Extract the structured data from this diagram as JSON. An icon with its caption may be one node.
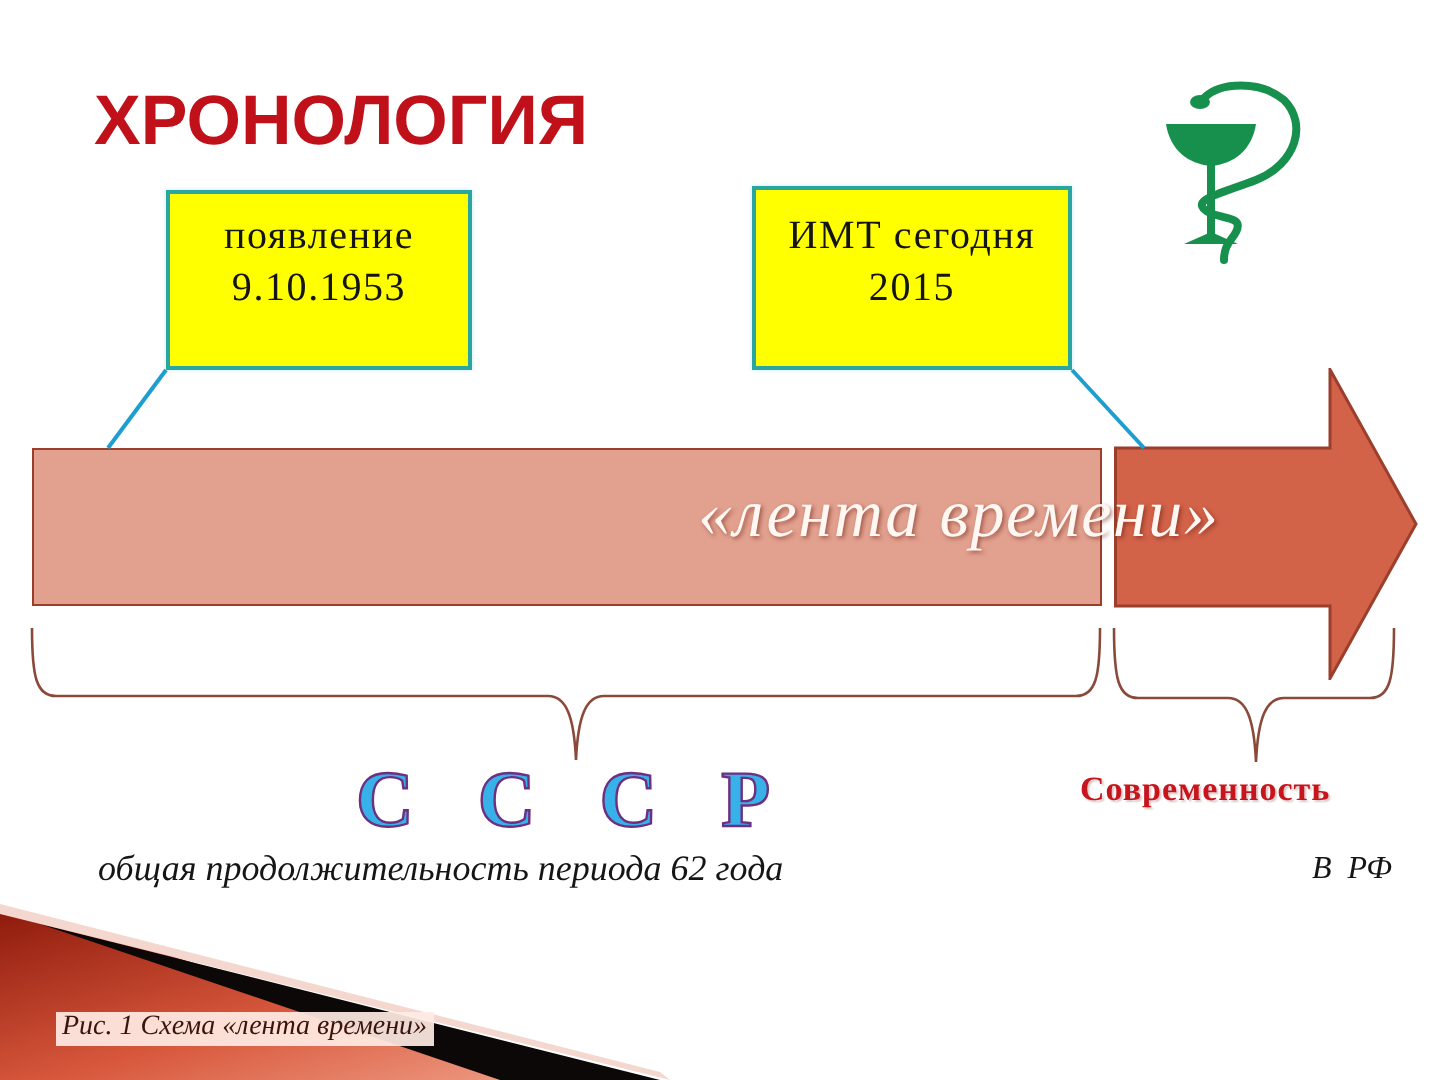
{
  "diagram": {
    "title": "ХРОНОЛОГИЯ",
    "caption": "Рис. 1 Схема «лента времени»",
    "nodes": [
      {
        "text": [
          "появление 9.10.1953"
        ]
      },
      {
        "text": [
          "ИМТ сегодня 2015"
        ]
      },
      {
        "text": [],
        "shape": "bar"
      },
      {
        "text": [],
        "shape": "arrow"
      }
    ],
    "edges": [
      {
        "from": 0,
        "to": 2,
        "arrow": "none"
      },
      {
        "from": 1,
        "to": 3,
        "arrow": "none"
      }
    ],
    "labels": [
      "«лента времени»",
      "С С С Р",
      "Современность",
      "общая продолжительность периода 62 года",
      "В РФ"
    ]
  }
}
